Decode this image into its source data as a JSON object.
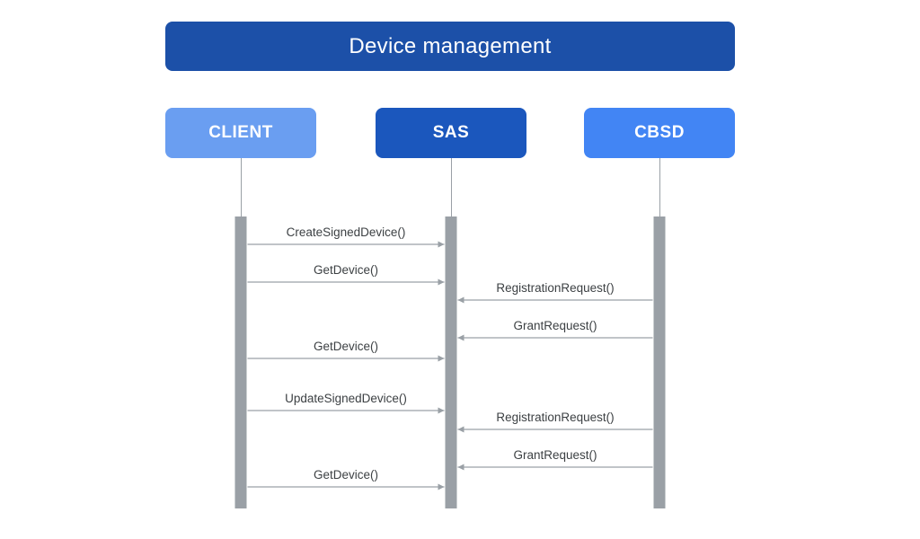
{
  "title": "Device management",
  "colors": {
    "title_bg": "#1c50a8",
    "client": "#6a9ef1",
    "sas": "#1b57bd",
    "cbsd": "#4285f4",
    "lifeline": "#9aa0a6",
    "arrow": "#9aa0a6"
  },
  "actors": [
    {
      "id": "client",
      "label": "CLIENT"
    },
    {
      "id": "sas",
      "label": "SAS"
    },
    {
      "id": "cbsd",
      "label": "CBSD"
    }
  ],
  "messages": [
    {
      "from": "client",
      "to": "sas",
      "label": "CreateSignedDevice()"
    },
    {
      "from": "client",
      "to": "sas",
      "label": "GetDevice()"
    },
    {
      "from": "cbsd",
      "to": "sas",
      "label": "RegistrationRequest()"
    },
    {
      "from": "cbsd",
      "to": "sas",
      "label": "GrantRequest()"
    },
    {
      "from": "client",
      "to": "sas",
      "label": "GetDevice()"
    },
    {
      "from": "client",
      "to": "sas",
      "label": "UpdateSignedDevice()"
    },
    {
      "from": "cbsd",
      "to": "sas",
      "label": "RegistrationRequest()"
    },
    {
      "from": "cbsd",
      "to": "sas",
      "label": "GrantRequest()"
    },
    {
      "from": "client",
      "to": "sas",
      "label": "GetDevice()"
    }
  ]
}
